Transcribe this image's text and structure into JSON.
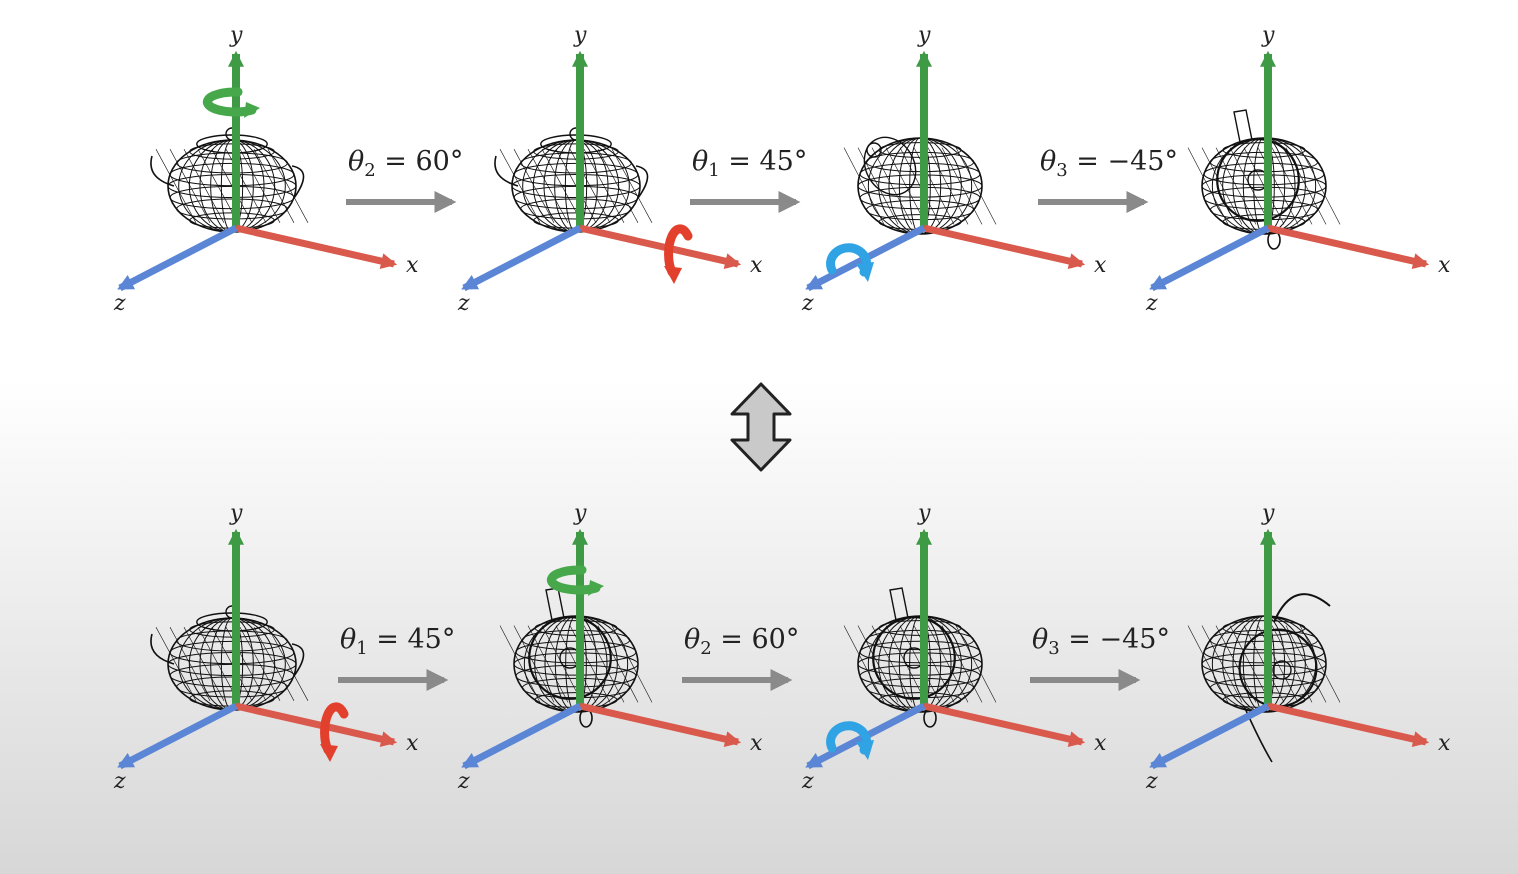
{
  "colors": {
    "x_axis": "#d9594c",
    "y_axis": "#3f9a45",
    "z_axis": "#5b86d6",
    "arrow": "#8a8a8a",
    "wire": "#111111",
    "rot_x": "#e2402d",
    "rot_y": "#46a84a",
    "rot_z": "#2fa3e4"
  },
  "axis_labels": {
    "x": "x",
    "y": "y",
    "z": "z"
  },
  "rows": [
    {
      "steps": [
        {
          "theta": "θ",
          "sub": "2",
          "value": " = 60°"
        },
        {
          "theta": "θ",
          "sub": "1",
          "value": " = 45°"
        },
        {
          "theta": "θ",
          "sub": "3",
          "value": " = −45°"
        }
      ],
      "panels": [
        {
          "rotation_icon": "rotate-y-icon",
          "teapot": "teapot-upright"
        },
        {
          "rotation_icon": "rotate-x-icon",
          "teapot": "teapot-upright"
        },
        {
          "rotation_icon": "rotate-z-icon",
          "teapot": "teapot-tilted"
        },
        {
          "rotation_icon": "",
          "teapot": "teapot-facing"
        }
      ]
    },
    {
      "steps": [
        {
          "theta": "θ",
          "sub": "1",
          "value": " = 45°"
        },
        {
          "theta": "θ",
          "sub": "2",
          "value": " = 60°"
        },
        {
          "theta": "θ",
          "sub": "3",
          "value": " = −45°"
        }
      ],
      "panels": [
        {
          "rotation_icon": "rotate-x-icon",
          "teapot": "teapot-upright"
        },
        {
          "rotation_icon": "rotate-y-icon",
          "teapot": "teapot-facing"
        },
        {
          "rotation_icon": "rotate-z-icon",
          "teapot": "teapot-facing"
        },
        {
          "rotation_icon": "",
          "teapot": "teapot-tilted-down"
        }
      ]
    }
  ],
  "equivalence_icon": "double-arrow-vertical-icon"
}
